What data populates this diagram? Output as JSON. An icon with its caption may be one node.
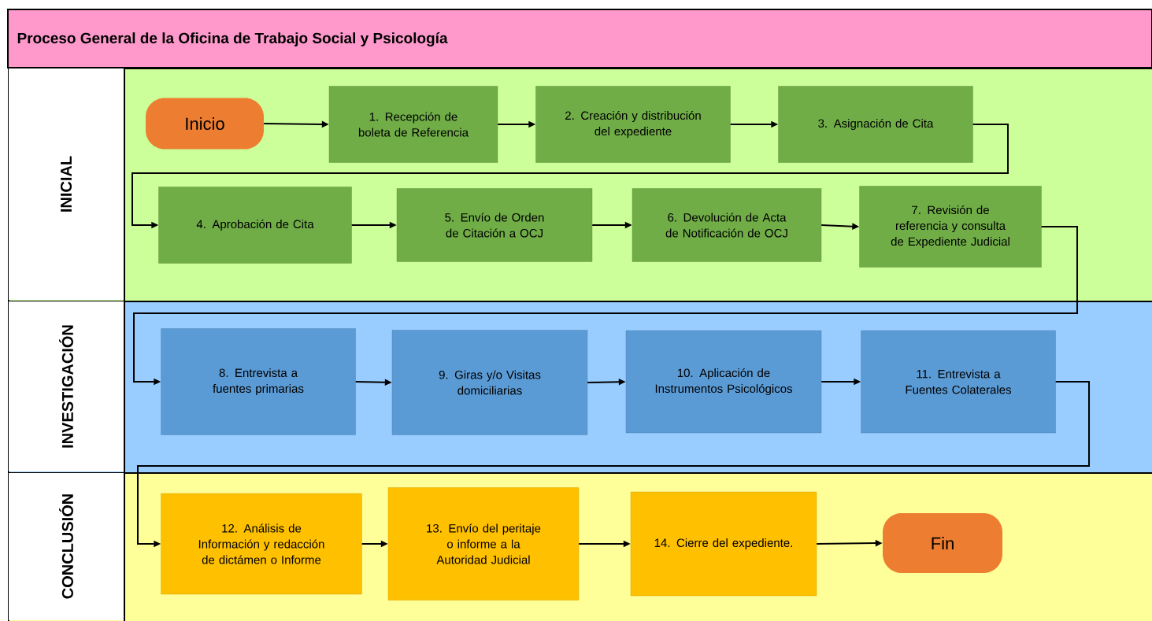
{
  "diagram": {
    "title": "Proceso General de la Oficina de Trabajo Social y Psicología",
    "nodes": [
      {
        "text": [
          "INICIAL"
        ]
      },
      {
        "text": [
          "Inicio"
        ],
        "in": 0
      },
      {
        "text": [
          "1. Recepción de boleta de Referencia"
        ],
        "in": 0
      },
      {
        "text": [
          "2. Creación y distribución del expediente"
        ],
        "in": 0
      },
      {
        "text": [
          "3. Asignación de Cita"
        ],
        "in": 0
      },
      {
        "text": [
          "4. Aprobación de Cita"
        ],
        "in": 0
      },
      {
        "text": [
          "5. Envío de Orden de Citación a OCJ"
        ],
        "in": 0
      },
      {
        "text": [
          "6. Devolución de Acta de Notificación de OCJ"
        ],
        "in": 0
      },
      {
        "text": [
          "7. Revisión de referencia y consulta de Expediente Judicial"
        ],
        "in": 0
      },
      {
        "text": [
          "INVESTIGACIÓN"
        ]
      },
      {
        "text": [
          "8. Entrevista a fuentes primarias"
        ],
        "in": 9
      },
      {
        "text": [
          "9. Giras y/o Visitas domiciliarias"
        ],
        "in": 9
      },
      {
        "text": [
          "10. Aplicación de Instrumentos Psicológicos"
        ],
        "in": 9
      },
      {
        "text": [
          "11. Entrevista a Fuentes Colaterales"
        ],
        "in": 9
      },
      {
        "text": [
          "CONCLUSIÓN"
        ]
      },
      {
        "text": [
          "12. Análisis de Información y redacción de dictámen o Informe"
        ],
        "in": 14
      },
      {
        "text": [
          "13. Envío del peritaje o informe a la Autoridad Judicial"
        ],
        "in": 14
      },
      {
        "text": [
          "14. Cierre del expediente."
        ],
        "in": 14
      },
      {
        "text": [
          "Fin"
        ],
        "in": 14
      }
    ],
    "edges": [
      {
        "from": 1,
        "to": 2,
        "arrow": "to"
      },
      {
        "from": 2,
        "to": 3,
        "arrow": "to"
      },
      {
        "from": 3,
        "to": 4,
        "arrow": "to"
      },
      {
        "from": 4,
        "to": 5,
        "arrow": "to"
      },
      {
        "from": 5,
        "to": 6,
        "arrow": "to"
      },
      {
        "from": 6,
        "to": 7,
        "arrow": "to"
      },
      {
        "from": 7,
        "to": 8,
        "arrow": "to"
      },
      {
        "from": 8,
        "to": 10,
        "arrow": "to"
      },
      {
        "from": 10,
        "to": 11,
        "arrow": "to"
      },
      {
        "from": 11,
        "to": 12,
        "arrow": "to"
      },
      {
        "from": 12,
        "to": 13,
        "arrow": "to"
      },
      {
        "from": 13,
        "to": 15,
        "arrow": "to"
      },
      {
        "from": 15,
        "to": 16,
        "arrow": "to"
      },
      {
        "from": 16,
        "to": 17,
        "arrow": "to"
      },
      {
        "from": 17,
        "to": 18,
        "arrow": "to"
      }
    ]
  }
}
